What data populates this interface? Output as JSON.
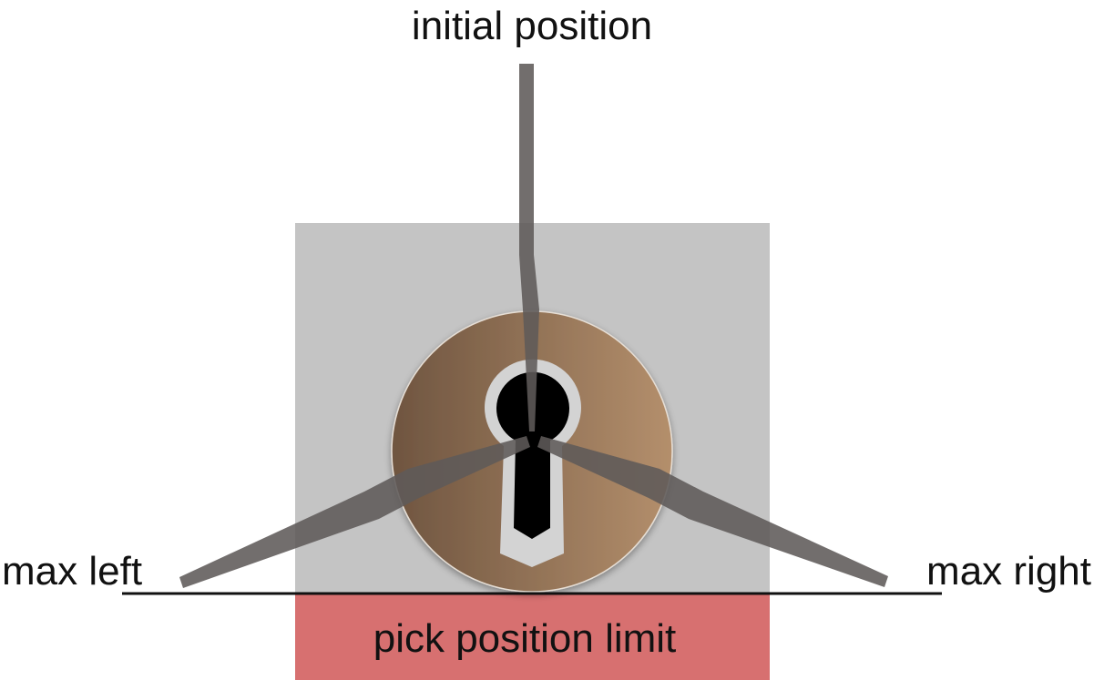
{
  "labels": {
    "initial": "initial position",
    "max_left": "max left",
    "max_right": "max right",
    "limit": "pick position limit"
  },
  "colors": {
    "panel": "#c4c4c4",
    "limit_zone": "#d77070",
    "lock_dark": "#6f5540",
    "lock_light": "#b48f6c",
    "keyhole": "#000000",
    "keyhole_outline": "#d3d3d3",
    "pick": "#5e5a59",
    "limit_line": "#111111"
  }
}
